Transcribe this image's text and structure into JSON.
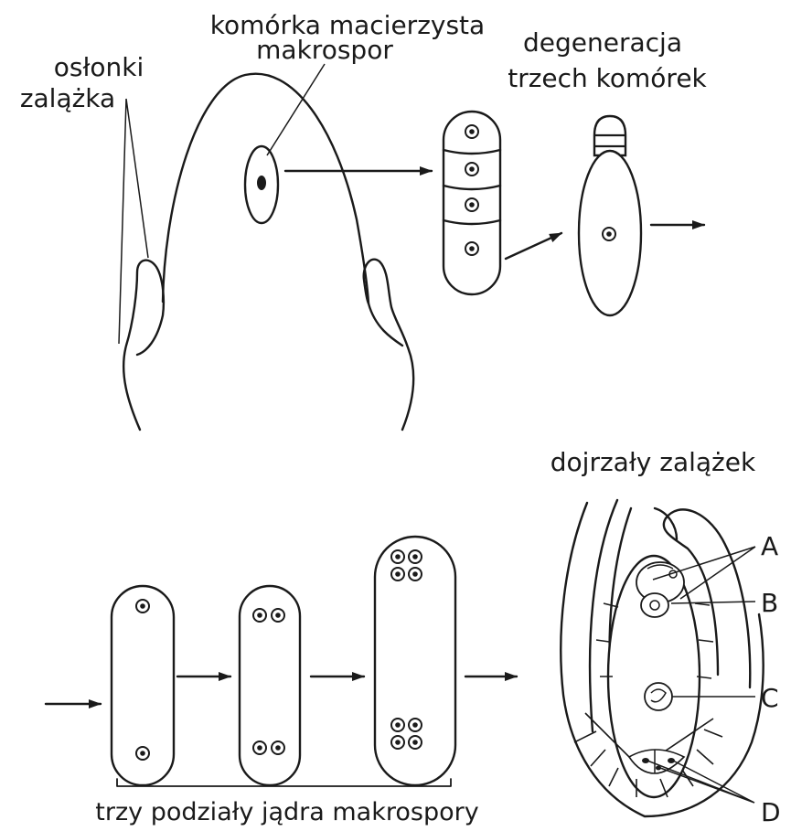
{
  "labels": {
    "mother_cell_line1": "komórka macierzysta",
    "mother_cell_line2": "makrospor",
    "integuments_line1": "osłonki",
    "integuments_line2": "zalążka",
    "degeneration_line1": "degeneracja",
    "degeneration_line2": "trzech komórek",
    "mature_ovule": "dojrzały zalążek",
    "three_divisions": "trzy podziały jądra makrospory",
    "letter_a": "A",
    "letter_b": "B",
    "letter_c": "C",
    "letter_d": "D"
  },
  "colors": {
    "ink": "#1a1a1a",
    "background": "#ffffff"
  }
}
